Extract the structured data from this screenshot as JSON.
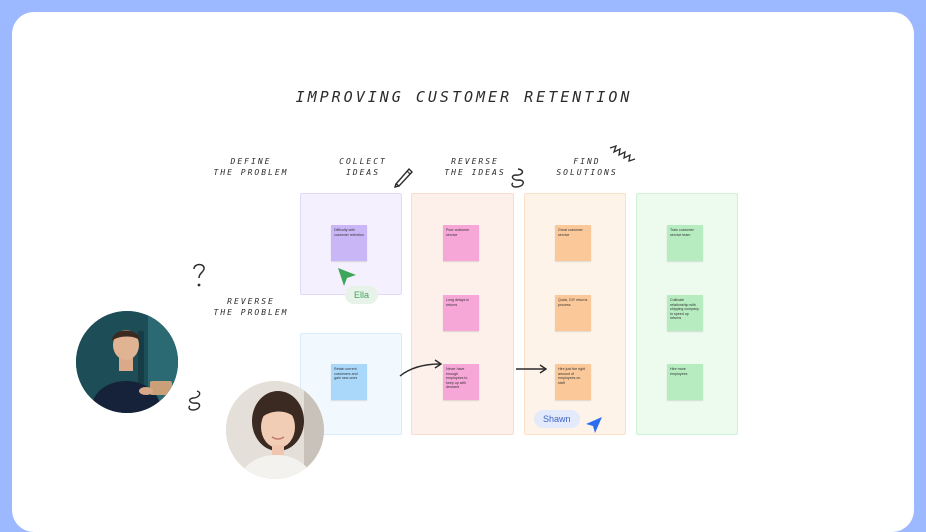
{
  "board": {
    "title": "IMPROVING CUSTOMER RETENTION",
    "labels": {
      "define": "DEFINE\nTHE PROBLEM",
      "collect": "COLLECT\nIDEAS",
      "reverse_ideas": "REVERSE\nTHE IDEAS",
      "find": "FIND\nSOLUTIONS",
      "reverse_problem": "REVERSE\nTHE PROBLEM"
    },
    "stickies": {
      "collect_1": "Difficulty with customer retention",
      "collect_2": "Retain current customers and gain new ones",
      "reverse_1": "Poor customer service",
      "reverse_2": "Long delays in returns",
      "reverse_3": "Never have enough employees to keep up with demand",
      "find_1": "Great customer service",
      "find_2": "Quick, DIY returns process",
      "find_3": "Hire just the right amount of employees on staff",
      "sol_1": "Train customer service team",
      "sol_2": "Cultivate relationship with shipping company to speed up returns",
      "sol_3": "Hire more employees"
    },
    "cursors": {
      "ella": "Ella",
      "shawn": "Shawn"
    }
  },
  "colors": {
    "background": "#9cb9ff",
    "ella_cursor": "#3fa55b",
    "shawn_cursor": "#2d6cf0",
    "purple_sticky": "#c9b6f7",
    "blue_sticky": "#a9d8fb",
    "pink_sticky": "#f7a6d8",
    "orange_sticky": "#fbc89a",
    "green_sticky": "#b6ecc0"
  },
  "icons": [
    "pencil-icon",
    "question-mark-icon",
    "squiggle-icon",
    "burst-icon",
    "arrow-icon",
    "cursor-icon"
  ]
}
